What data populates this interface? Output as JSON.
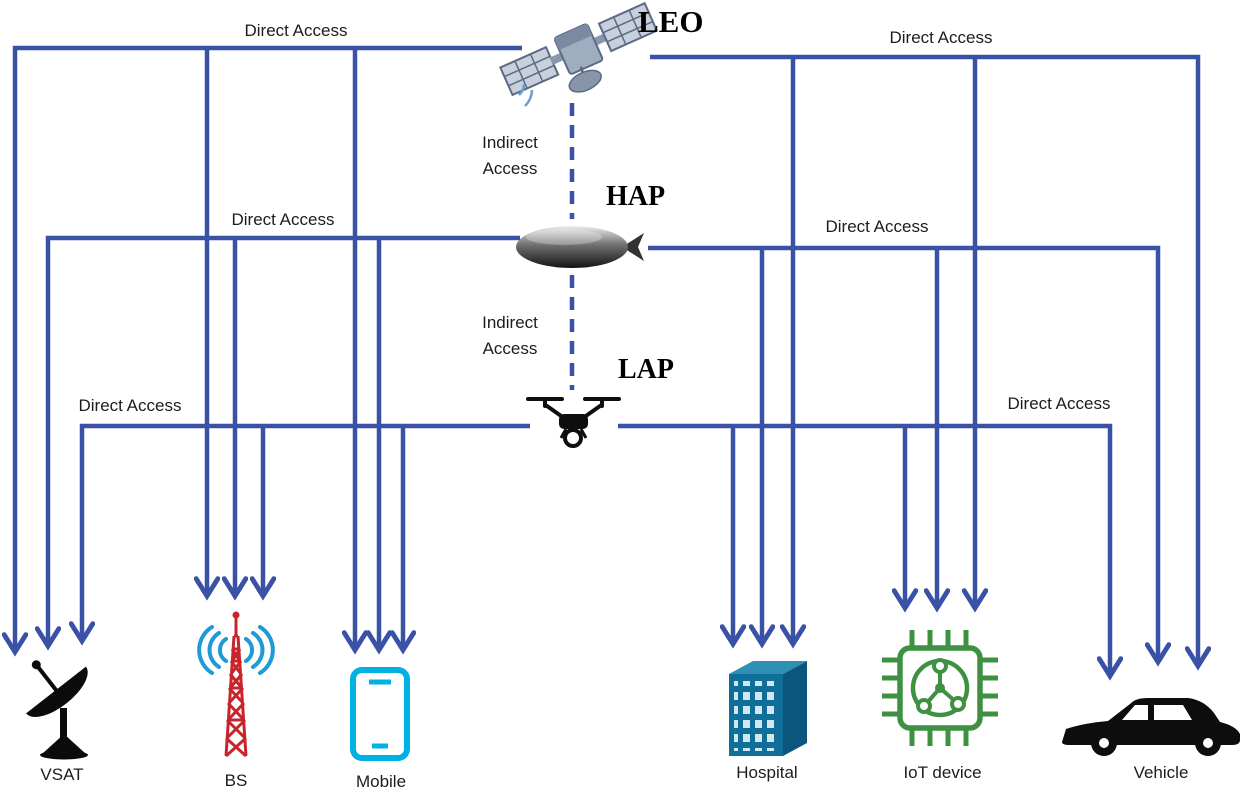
{
  "diagram": {
    "platforms": {
      "leo": {
        "label": "LEO",
        "icon": "satellite-icon"
      },
      "hap": {
        "label": "HAP",
        "icon": "airship-icon"
      },
      "lap": {
        "label": "LAP",
        "icon": "drone-icon"
      }
    },
    "devices": {
      "vsat": {
        "label": "VSAT",
        "icon": "satellite-dish-icon"
      },
      "bs": {
        "label": "BS",
        "icon": "base-station-tower-icon"
      },
      "mobile": {
        "label": "Mobile",
        "icon": "smartphone-icon"
      },
      "hospital": {
        "label": "Hospital",
        "icon": "building-icon"
      },
      "iot": {
        "label": "IoT device",
        "icon": "chip-icon"
      },
      "vehicle": {
        "label": "Vehicle",
        "icon": "car-icon"
      }
    },
    "links": {
      "direct": "Direct Access",
      "indirect": "Indirect Access"
    },
    "colors": {
      "line": "#3A52A5",
      "label_text": "#1c1c1c",
      "mobile_cyan": "#00b2e3",
      "hospital_blue": "#0f6f99",
      "iot_green": "#3f9142",
      "bs_red": "#c8242b",
      "bs_wave_blue": "#1e9ad6"
    }
  }
}
